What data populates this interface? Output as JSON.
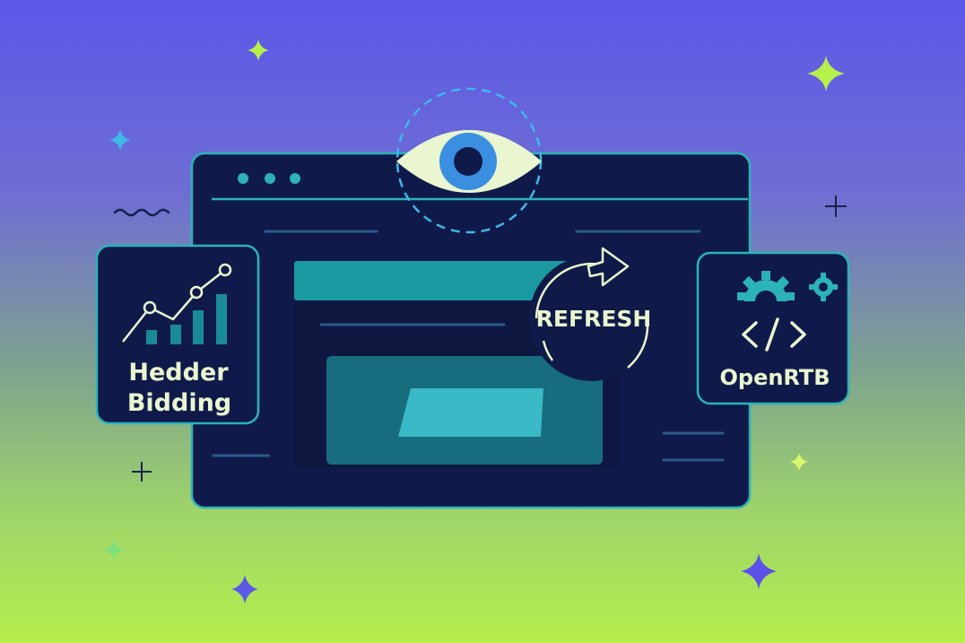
{
  "left_card": {
    "line1": "Hedder",
    "line2": "Bidding"
  },
  "right_card": {
    "label": "OpenRTB"
  },
  "refresh_label": "REFRESH",
  "colors": {
    "navy": "#101a4a",
    "teal": "#2bb3b8",
    "cream": "#eaf6cf",
    "eye_blue": "#3a8fe0"
  }
}
